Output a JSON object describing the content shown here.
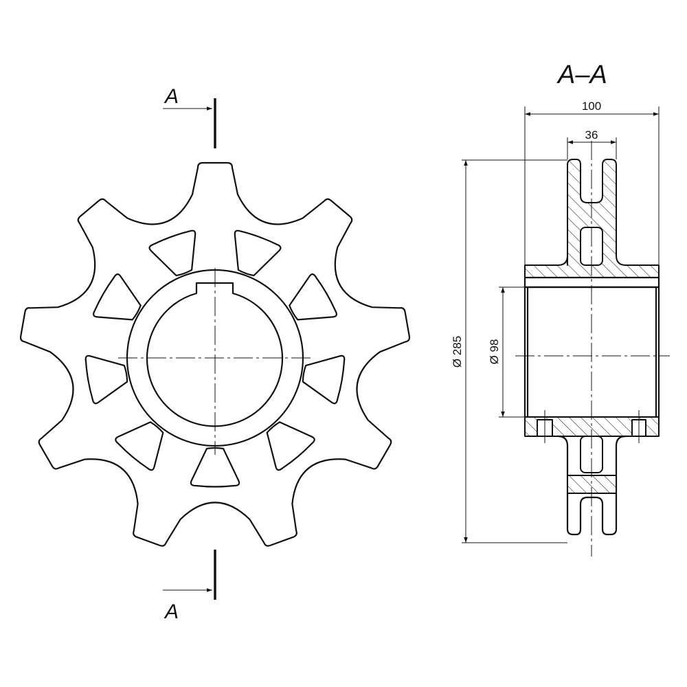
{
  "drawing": {
    "section_title": "A–A",
    "section_mark_top": "A",
    "section_mark_bottom": "A",
    "dimensions": {
      "overall_width": "100",
      "flange_width": "36",
      "outer_diameter": "Ø 285",
      "bore_diameter": "Ø 98"
    },
    "sprocket": {
      "teeth": 9,
      "windows": 9
    }
  }
}
